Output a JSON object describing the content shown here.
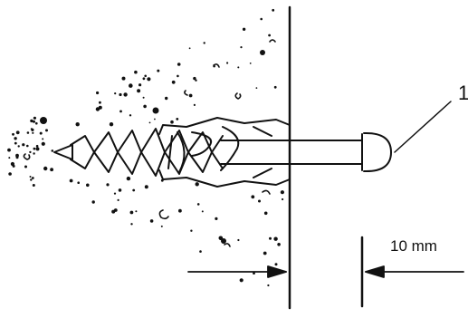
{
  "callout": {
    "number": "1"
  },
  "dimension": {
    "text": "10 mm"
  },
  "colors": {
    "ink": "#111111",
    "background": "#ffffff"
  },
  "parts": [
    "wall",
    "wall-plug",
    "screw",
    "screw-head"
  ]
}
